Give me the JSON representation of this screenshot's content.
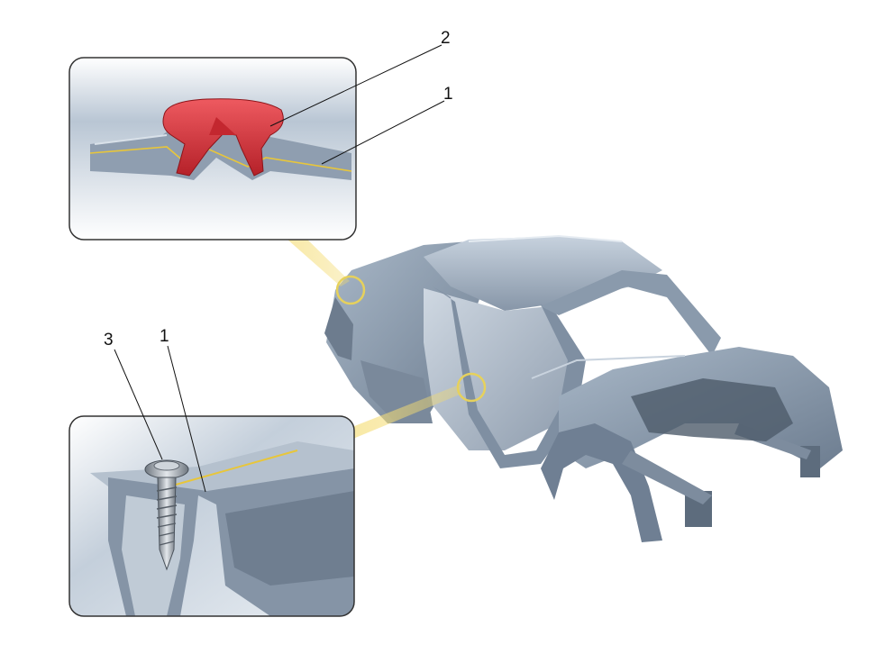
{
  "callouts": {
    "top_panel": {
      "label_2": "2",
      "label_1": "1"
    },
    "bottom_panel": {
      "label_3": "3",
      "label_1": "1"
    }
  },
  "colors": {
    "adhesive_red": "#d8323a",
    "body_steel": "#9fb0c2",
    "body_dark": "#5d6c7d",
    "beam_yellow": "#f2d76a",
    "panel_border": "#333333"
  }
}
